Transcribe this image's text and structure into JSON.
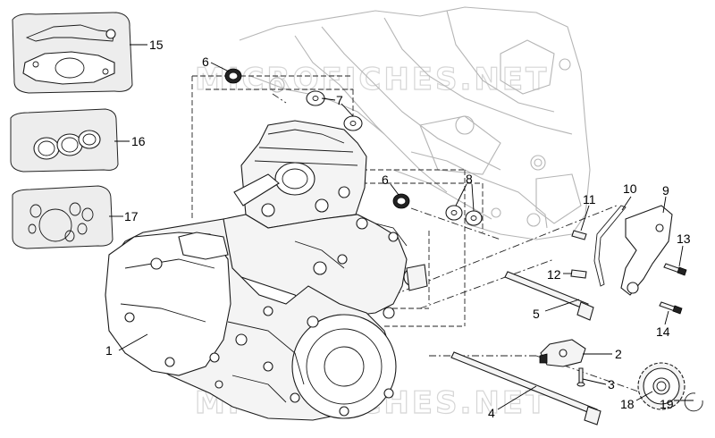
{
  "watermark": "MICROFICHES.NET",
  "callouts": [
    {
      "id": "c1",
      "text": "1"
    },
    {
      "id": "c2",
      "text": "2"
    },
    {
      "id": "c3",
      "text": "3"
    },
    {
      "id": "c4",
      "text": "4"
    },
    {
      "id": "c5",
      "text": "5"
    },
    {
      "id": "c6a",
      "text": "6"
    },
    {
      "id": "c6b",
      "text": "6"
    },
    {
      "id": "c7",
      "text": "7"
    },
    {
      "id": "c8",
      "text": "8"
    },
    {
      "id": "c9",
      "text": "9"
    },
    {
      "id": "c10",
      "text": "10"
    },
    {
      "id": "c11",
      "text": "11"
    },
    {
      "id": "c12",
      "text": "12"
    },
    {
      "id": "c13",
      "text": "13"
    },
    {
      "id": "c14",
      "text": "14"
    },
    {
      "id": "c15",
      "text": "15"
    },
    {
      "id": "c16",
      "text": "16"
    },
    {
      "id": "c17",
      "text": "17"
    },
    {
      "id": "c18",
      "text": "18"
    },
    {
      "id": "c19",
      "text": "19"
    }
  ]
}
